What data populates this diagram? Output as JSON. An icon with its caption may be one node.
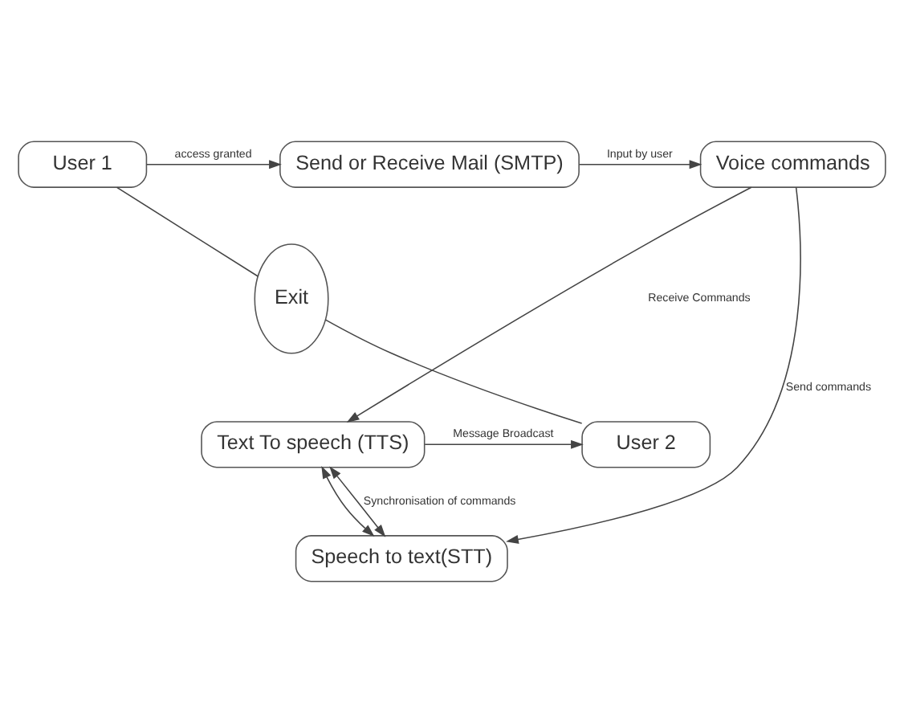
{
  "diagram": {
    "nodes": [
      {
        "text": [
          "User 1"
        ]
      },
      {
        "text": [
          "Send or Receive Mail (SMTP)"
        ]
      },
      {
        "text": [
          "Voice commands"
        ]
      },
      {
        "text": [
          "Speech to text(STT)"
        ]
      },
      {
        "text": [
          "Exit"
        ]
      },
      {
        "text": [
          "User 2"
        ]
      },
      {
        "text": [
          "Text To speech (TTS)"
        ]
      }
    ],
    "edges": [
      {
        "from": 0,
        "to": 1,
        "arrow": "to",
        "label": "access granted"
      },
      {
        "from": 1,
        "to": 2,
        "arrow": "to",
        "label": "Input by user"
      },
      {
        "from": 2,
        "to": 3,
        "arrow": "to",
        "label": "Send commands"
      },
      {
        "from": 2,
        "to": 6,
        "arrow": "to",
        "label": "Receive Commands"
      },
      {
        "from": 6,
        "to": 3,
        "arrow": "both"
      },
      {
        "from": 6,
        "to": 3,
        "arrow": "both",
        "label": "Synchronisation of commands"
      },
      {
        "from": 6,
        "to": 5,
        "arrow": "to",
        "label": "Message Broadcast"
      },
      {
        "from": 0,
        "to": 4,
        "arrow": "none"
      },
      {
        "from": 4,
        "to": 5,
        "arrow": "none"
      }
    ]
  }
}
